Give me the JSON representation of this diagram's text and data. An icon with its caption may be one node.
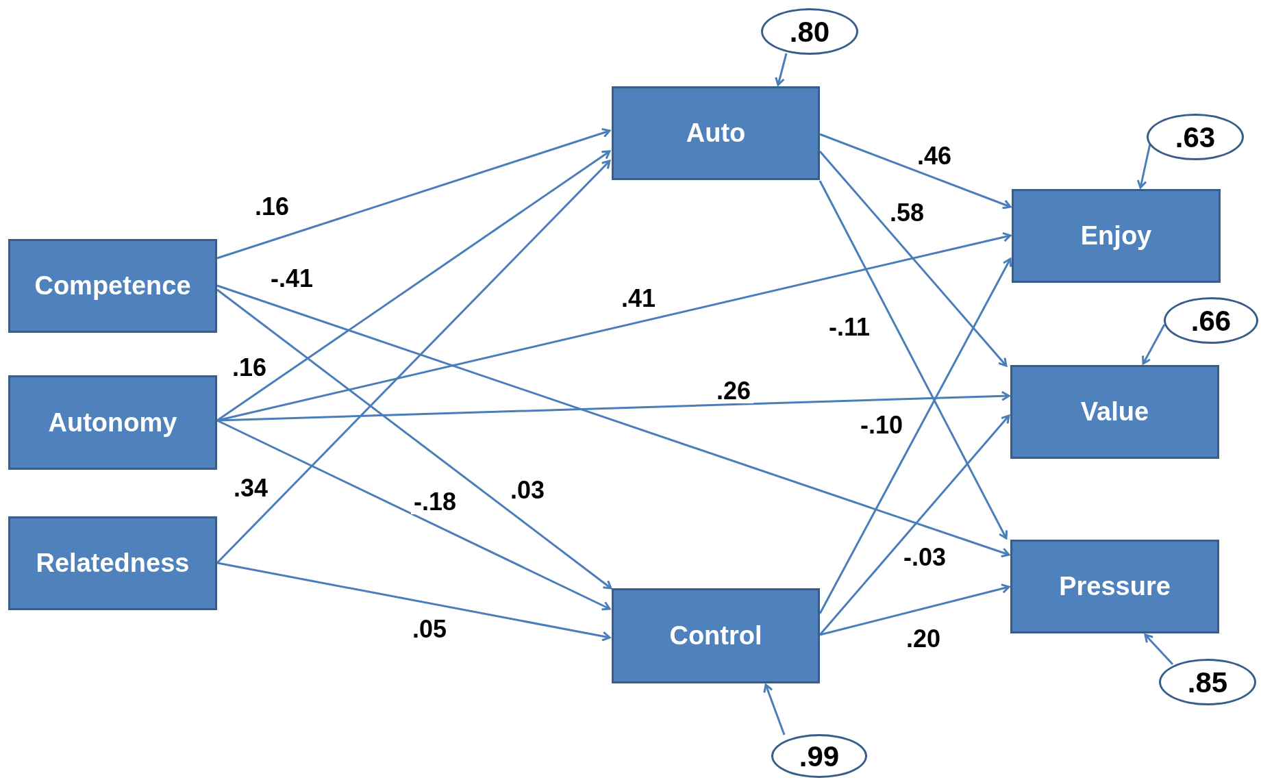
{
  "diagram": {
    "nodes": [
      {
        "text": [
          "Competence"
        ]
      },
      {
        "text": [
          "Autonomy"
        ]
      },
      {
        "text": [
          "Relatedness"
        ]
      },
      {
        "text": [
          "Auto"
        ]
      },
      {
        "text": [
          "Control"
        ]
      },
      {
        "text": [
          "Enjoy"
        ]
      },
      {
        "text": [
          "Value"
        ]
      },
      {
        "text": [
          "Pressure"
        ]
      },
      {
        "text": [
          ".80"
        ]
      },
      {
        "text": [
          ".63"
        ]
      },
      {
        "text": [
          ".66"
        ]
      },
      {
        "text": [
          ".99"
        ]
      },
      {
        "text": [
          ".85"
        ]
      }
    ],
    "edges": [
      {
        "from": 0,
        "to": 3,
        "arrow": "to",
        "label": ".16"
      },
      {
        "from": 0,
        "to": 7,
        "arrow": "to",
        "label": "-.41"
      },
      {
        "from": 0,
        "to": 4,
        "arrow": "to",
        "label": ".03"
      },
      {
        "from": 1,
        "to": 3,
        "arrow": "to",
        "label": ".16"
      },
      {
        "from": 1,
        "to": 5,
        "arrow": "to",
        "label": ".41"
      },
      {
        "from": 1,
        "to": 6,
        "arrow": "to",
        "label": ".26"
      },
      {
        "from": 1,
        "to": 4,
        "arrow": "to",
        "label": "-.18"
      },
      {
        "from": 2,
        "to": 3,
        "arrow": "to",
        "label": ".34"
      },
      {
        "from": 2,
        "to": 4,
        "arrow": "to",
        "label": ".05"
      },
      {
        "from": 3,
        "to": 5,
        "arrow": "to",
        "label": ".46"
      },
      {
        "from": 3,
        "to": 6,
        "arrow": "to",
        "label": ".58"
      },
      {
        "from": 3,
        "to": 7,
        "arrow": "to",
        "label": "-.11"
      },
      {
        "from": 4,
        "to": 5,
        "arrow": "to",
        "label": "-.10"
      },
      {
        "from": 4,
        "to": 6,
        "arrow": "to",
        "label": "-.03"
      },
      {
        "from": 4,
        "to": 7,
        "arrow": "to",
        "label": ".20"
      },
      {
        "from": 8,
        "to": 3,
        "arrow": "to"
      },
      {
        "from": 9,
        "to": 5,
        "arrow": "to"
      },
      {
        "from": 10,
        "to": 6,
        "arrow": "to"
      },
      {
        "from": 11,
        "to": 4,
        "arrow": "to"
      },
      {
        "from": 12,
        "to": 7,
        "arrow": "to"
      }
    ]
  }
}
